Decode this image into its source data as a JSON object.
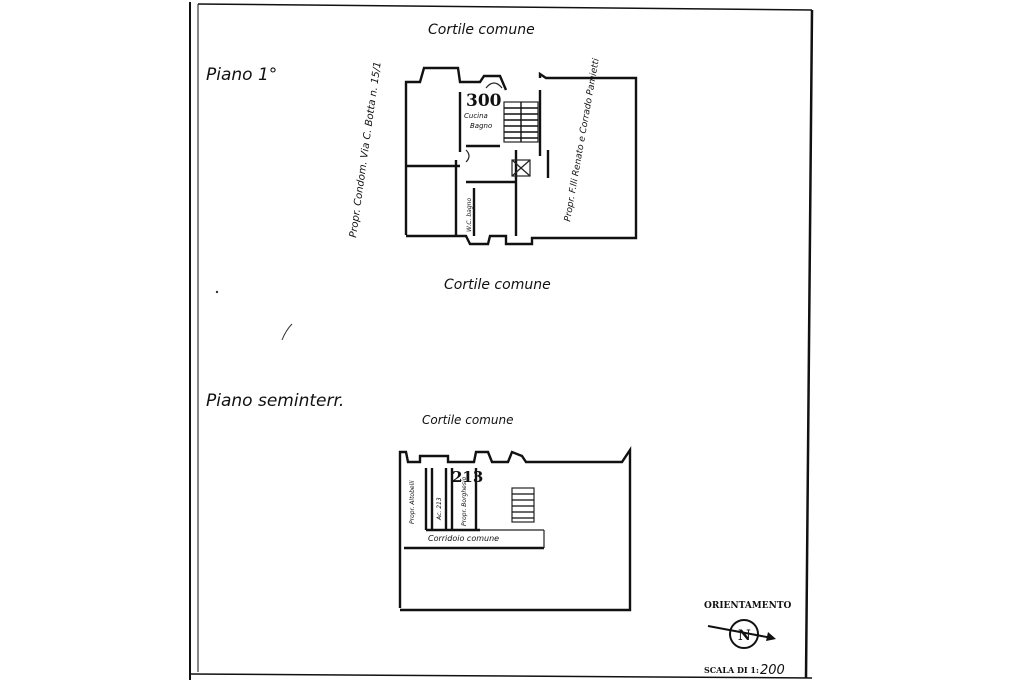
{
  "labels": {
    "courtyard_top": "Cortile comune",
    "courtyard_mid": "Cortile comune",
    "courtyard_basement": "Cortile comune",
    "floor_1": "Piano 1°",
    "floor_semi": "Piano seminterr.",
    "number_first": "300",
    "number_basement": "213",
    "kitchen": "Cucina",
    "bath": "Bagno",
    "left_neighbor": "Propr. Condom. Via C. Botta n. 15/1",
    "right_neighbor": "Propr. F.lli Renato e Corrado Pamietti",
    "wc_label": "W.C. bagno",
    "basement_left": "Propr. Altobelli",
    "basement_mid": "Ac. 213",
    "basement_right": "Propr. Borghesio",
    "corridor": "Corridoio comune",
    "orientation": "ORIENTAMENTO",
    "scale_prefix": "SCALA DI 1:",
    "scale_value": "200"
  },
  "icons": {
    "compass": "north-arrow-icon"
  }
}
